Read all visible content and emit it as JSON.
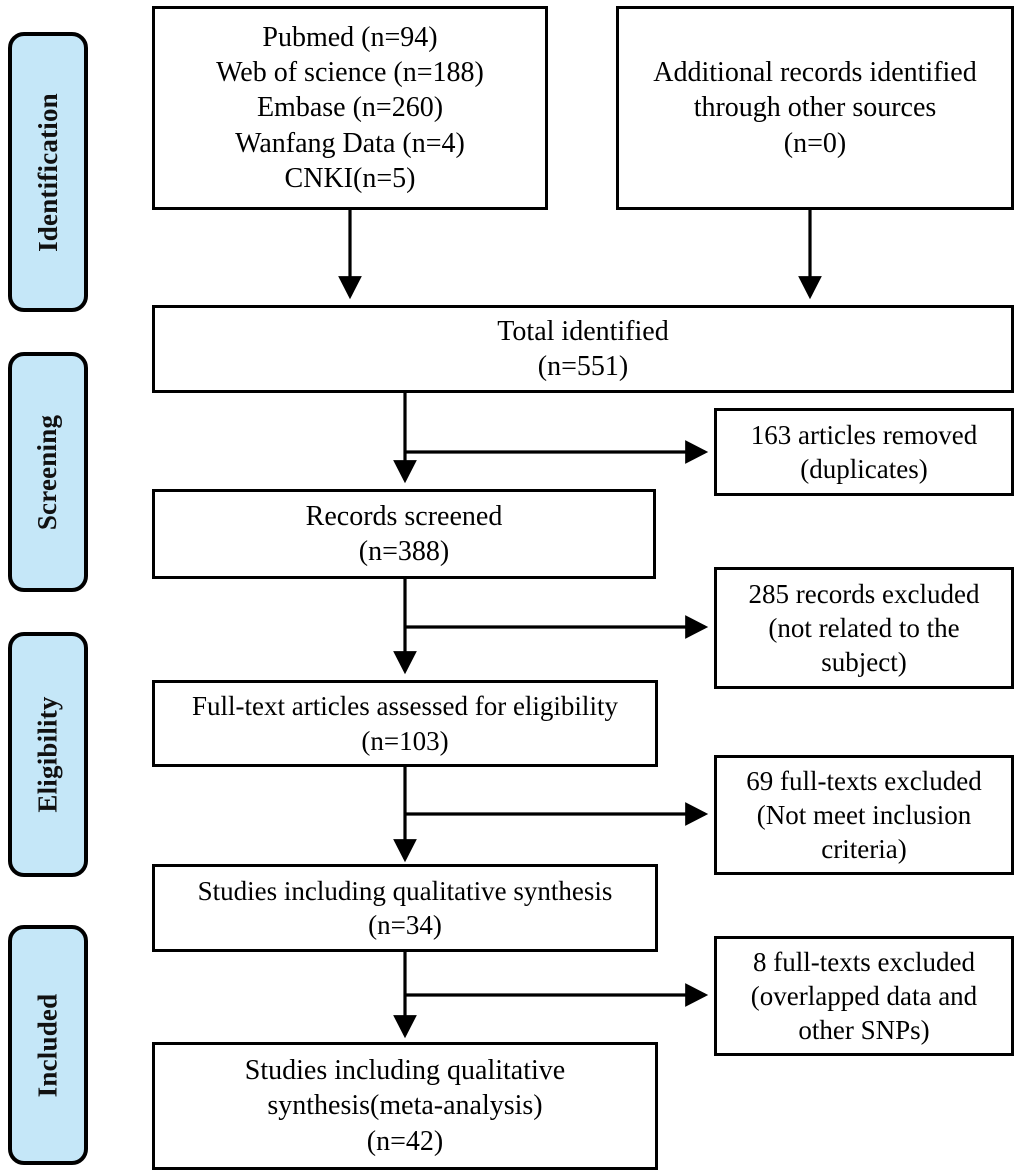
{
  "diagram": {
    "title": "PRISMA study selection flow diagram",
    "accent_color": "#c5e7f8",
    "line_color": "#000000",
    "background": "#ffffff"
  },
  "stages": [
    {
      "id": "identification",
      "label": "Identification"
    },
    {
      "id": "screening",
      "label": "Screening"
    },
    {
      "id": "eligibility",
      "label": "Eligibility"
    },
    {
      "id": "included",
      "label": "Included"
    }
  ],
  "sources_box": {
    "lines": [
      "Pubmed (n=94)",
      "Web of science (n=188)",
      "Embase (n=260)",
      "Wanfang Data (n=4)",
      "CNKI(n=5)"
    ]
  },
  "additional_box": {
    "lines": [
      "Additional records identified",
      "through other sources",
      "(n=0)"
    ]
  },
  "total_box": {
    "lines": [
      "Total identified",
      "(n=551)"
    ]
  },
  "screened_box": {
    "lines": [
      "Records screened",
      "(n=388)"
    ]
  },
  "fulltext_box": {
    "lines": [
      "Full-text articles assessed for eligibility",
      "(n=103)"
    ]
  },
  "qualitative_box": {
    "lines": [
      "Studies including qualitative synthesis",
      "(n=34)"
    ]
  },
  "final_box": {
    "lines": [
      "Studies including qualitative",
      "synthesis(meta-analysis)",
      "(n=42)"
    ]
  },
  "exclusions": [
    {
      "id": "duplicates",
      "lines": [
        "163 articles removed",
        "(duplicates)"
      ]
    },
    {
      "id": "not-related",
      "lines": [
        "285 records excluded",
        "(not related to the",
        "subject)"
      ]
    },
    {
      "id": "not-meet-criteria",
      "lines": [
        "69 full-texts excluded",
        "(Not meet inclusion",
        "criteria)"
      ]
    },
    {
      "id": "overlapped",
      "lines": [
        "8 full-texts excluded",
        "(overlapped data and",
        "other SNPs)"
      ]
    }
  ],
  "chart_data": {
    "type": "diagram",
    "flow": [
      {
        "node": "Pubmed",
        "n": 94
      },
      {
        "node": "Web of science",
        "n": 188
      },
      {
        "node": "Embase",
        "n": 260
      },
      {
        "node": "Wanfang Data",
        "n": 4
      },
      {
        "node": "CNKI",
        "n": 5
      },
      {
        "node": "Additional records identified through other sources",
        "n": 0
      },
      {
        "node": "Total identified",
        "n": 551
      },
      {
        "node": "163 articles removed (duplicates)",
        "n": 163
      },
      {
        "node": "Records screened",
        "n": 388
      },
      {
        "node": "285 records excluded (not related to the subject)",
        "n": 285
      },
      {
        "node": "Full-text articles assessed for eligibility",
        "n": 103
      },
      {
        "node": "69 full-texts excluded (Not meet inclusion criteria)",
        "n": 69
      },
      {
        "node": "Studies including qualitative synthesis",
        "n": 34
      },
      {
        "node": "8 full-texts excluded (overlapped data and other SNPs)",
        "n": 8
      },
      {
        "node": "Studies including qualitative synthesis(meta-analysis)",
        "n": 42
      }
    ]
  }
}
